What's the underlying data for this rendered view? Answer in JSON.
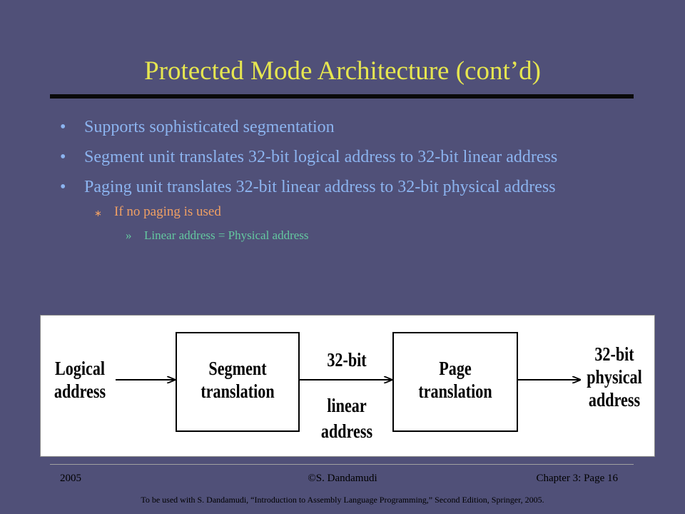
{
  "slide": {
    "title": "Protected Mode Architecture (cont’d)",
    "bullets": [
      "Supports sophisticated segmentation",
      "Segment unit translates 32-bit logical address to 32-bit linear address",
      "Paging unit translates 32-bit linear address to 32-bit physical address"
    ],
    "bullet_marker": "•",
    "sub_bullet": "If no paging is used",
    "sub_marker": "∗",
    "sub_sub_bullet": "Linear address = Physical address",
    "sub_sub_marker": "»"
  },
  "diagram": {
    "logical_address_1": "Logical",
    "logical_address_2": "address",
    "segment_1": "Segment",
    "segment_2": "translation",
    "linear_top": "32-bit",
    "linear_1": "linear",
    "linear_2": "address",
    "page_1": "Page",
    "page_2": "translation",
    "physical_1": "32-bit",
    "physical_2": "physical",
    "physical_3": "address"
  },
  "footer": {
    "year": "2005",
    "author": "S. Dandamudi",
    "copyright_symbol": "©",
    "chapter_page": "Chapter 3: Page 16",
    "note": "To be used with S. Dandamudi, “Introduction to Assembly Language Programming,” Second Edition, Springer, 2005."
  }
}
